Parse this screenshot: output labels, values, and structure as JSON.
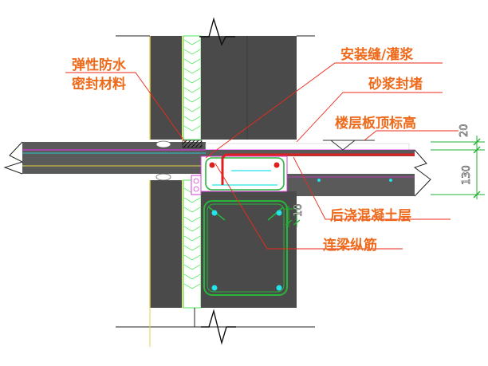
{
  "labels": {
    "waterproof_sealant_line1": "弹性防水",
    "waterproof_sealant_line2": "密封材料",
    "install_joint_grout": "安装缝/灌浆",
    "mortar_plug": "砂浆封堵",
    "slab_top_elevation": "楼层板顶标高",
    "post_pour_concrete_layer": "后浇混凝土层",
    "coupling_beam_longitudinal_rebar": "连梁纵筋"
  },
  "dimensions": {
    "top_layer_thickness": "20",
    "slab_thickness": "130",
    "gap_width": "10"
  },
  "colors": {
    "label_text": "#ee6a1a",
    "leader_line": "#ee2a1a",
    "precast_wall": "#4a4a4a",
    "slab_fill": "#5a5a5a",
    "insulation_outline": "#20e030",
    "rebar_cage": "#27b53a",
    "anchor_rebar": "#dd2020",
    "wall_edge": "#e8d24a",
    "rebar_dot": "#23e3ea",
    "slab_edge_magenta": "#d23cd2"
  }
}
